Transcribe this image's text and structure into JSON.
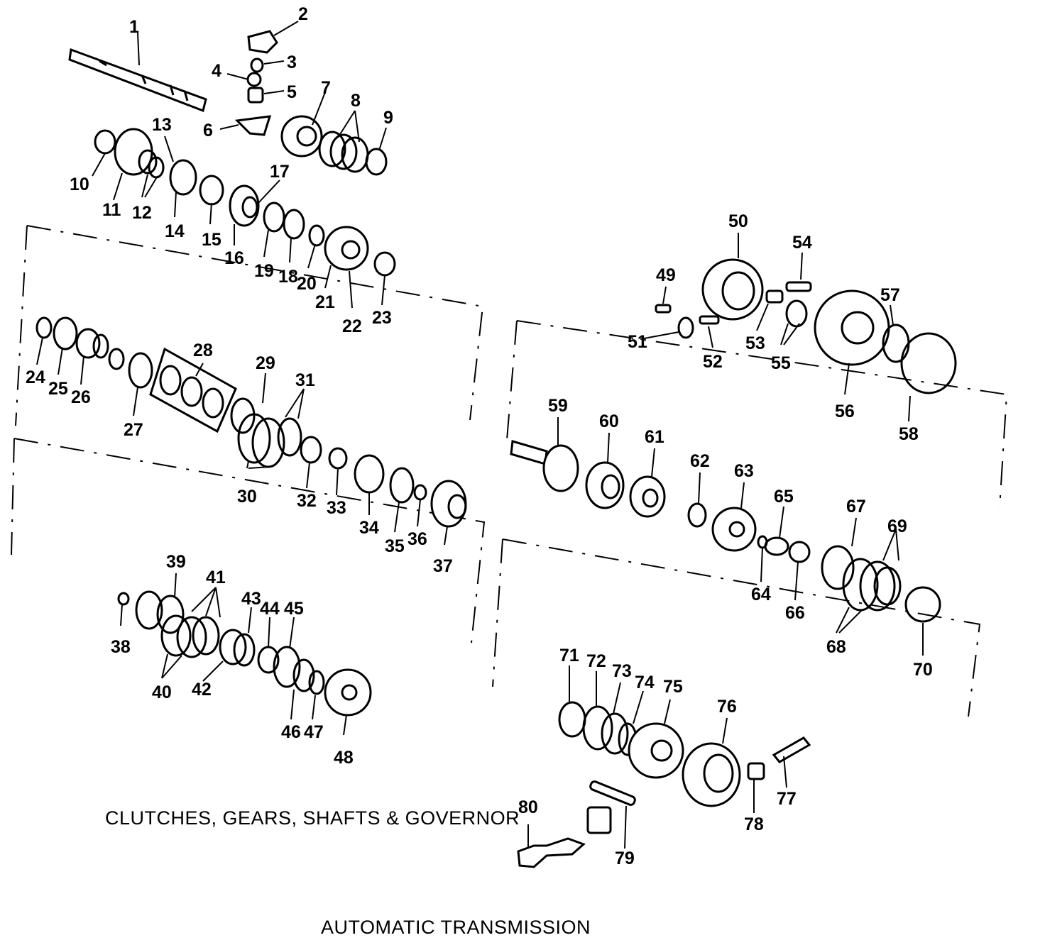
{
  "title": "AUTOMATIC TRANSMISSION",
  "subtitle": "CLUTCHES, GEARS, SHAFTS & GOVERNOR",
  "callouts": [
    "1",
    "2",
    "3",
    "4",
    "5",
    "6",
    "7",
    "8",
    "9",
    "10",
    "11",
    "12",
    "13",
    "14",
    "15",
    "16",
    "17",
    "18",
    "19",
    "20",
    "21",
    "22",
    "23",
    "24",
    "25",
    "26",
    "27",
    "28",
    "29",
    "30",
    "31",
    "32",
    "33",
    "34",
    "35",
    "36",
    "37",
    "38",
    "39",
    "40",
    "41",
    "42",
    "43",
    "44",
    "45",
    "46",
    "47",
    "48",
    "49",
    "50",
    "51",
    "52",
    "53",
    "54",
    "55",
    "56",
    "57",
    "58",
    "59",
    "60",
    "61",
    "62",
    "63",
    "64",
    "65",
    "66",
    "67",
    "68",
    "69",
    "70",
    "71",
    "72",
    "73",
    "74",
    "75",
    "76",
    "77",
    "78",
    "79",
    "80"
  ]
}
